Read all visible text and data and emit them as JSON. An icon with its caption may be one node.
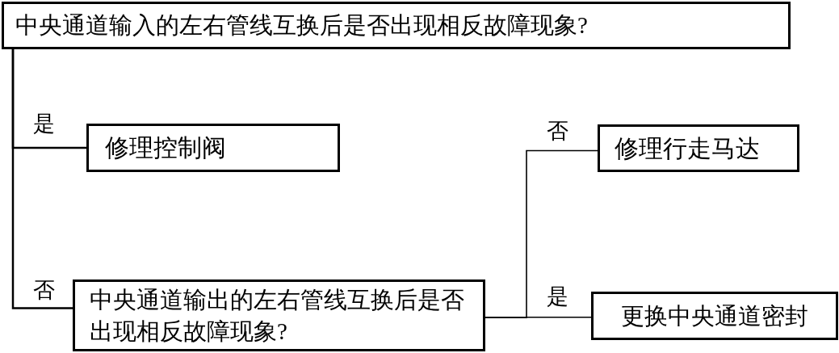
{
  "diagram": {
    "nodes": [
      {
        "text": [
          "中央通道输入的左右管线互换后是否出现相反故障现象?"
        ]
      },
      {
        "text": [
          "修理控制阀"
        ]
      },
      {
        "text": [
          "修理行走马达"
        ]
      },
      {
        "text": [
          "中央通道输出的左右管线互换后是否出现相反故障现象?"
        ]
      },
      {
        "text": [
          "更换中央通道密封"
        ]
      }
    ],
    "edges": [
      {
        "from": 0,
        "to": 1,
        "arrow": "none",
        "label": "是"
      },
      {
        "from": 0,
        "to": 3,
        "arrow": "none",
        "label": "否"
      },
      {
        "from": 3,
        "to": 2,
        "arrow": "none",
        "label": "否"
      },
      {
        "from": 3,
        "to": 4,
        "arrow": "none",
        "label": "是"
      }
    ]
  }
}
